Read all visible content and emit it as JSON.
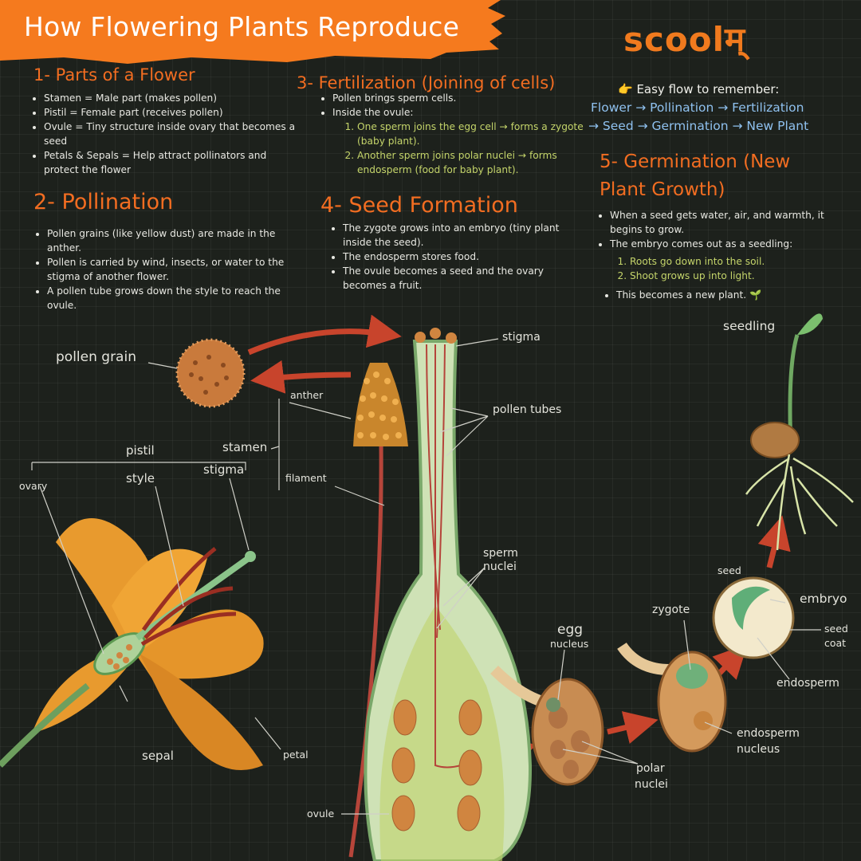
{
  "title": "How Flowering Plants Reproduce",
  "logo": "scoolम्",
  "colors": {
    "accent": "#f26d21",
    "banner": "#f57a1e",
    "flow": "#8fc1ef",
    "substep": "#c4d46a",
    "background": "#1d211c"
  },
  "sec1": {
    "heading": "1- Parts of a Flower",
    "items": [
      "Stamen = Male part (makes pollen)",
      "Pistil = Female part (receives pollen)",
      "Ovule = Tiny structure inside ovary that becomes a seed",
      "Petals & Sepals = Help attract pollinators and protect the flower"
    ]
  },
  "sec2": {
    "heading": "2- Pollination",
    "items": [
      "Pollen grains (like yellow dust) are made in the anther.",
      "Pollen is carried by wind, insects, or water to the stigma of another flower.",
      "A pollen tube grows down the style to reach the ovule."
    ]
  },
  "sec3": {
    "heading": "3- Fertilization (Joining of cells)",
    "items": [
      "Pollen brings sperm cells.",
      "Inside the ovule:"
    ],
    "sub": [
      "One sperm joins the egg cell → forms a zygote (baby plant).",
      "Another sperm joins polar nuclei → forms endosperm (food for baby plant)."
    ]
  },
  "sec4": {
    "heading": "4- Seed Formation",
    "items": [
      "The zygote grows into an embryo (tiny plant inside the seed).",
      "The endosperm stores food.",
      "The ovule becomes a seed and the ovary becomes a fruit."
    ]
  },
  "flow": {
    "title": "👉 Easy flow to remember:",
    "line1": "Flower → Pollination → Fertilization",
    "line2": "→ Seed → Germination → New Plant"
  },
  "sec5": {
    "heading_line1": "5- Germination (New",
    "heading_line2": "Plant Growth)",
    "items": [
      "When a seed gets water, air, and warmth, it begins to grow.",
      "The embryo comes out as a seedling:"
    ],
    "sub": [
      "Roots go down into the soil.",
      "Shoot grows up into light."
    ],
    "last": "This becomes a new plant. 🌱"
  },
  "labels": {
    "pollen_grain": "pollen grain",
    "anther": "anther",
    "stamen": "stamen",
    "filament": "filament",
    "pistil": "pistil",
    "ovary": "ovary",
    "style": "style",
    "stigma_flower": "stigma",
    "stigma_pistil": "stigma",
    "pollen_tubes": "pollen tubes",
    "sperm": "sperm",
    "nuclei": "nuclei",
    "sepal": "sepal",
    "petal": "petal",
    "ovule": "ovule",
    "egg": "egg",
    "nucleus": "nucleus",
    "polar": "polar",
    "polar_nuclei": "nuclei",
    "zygote": "zygote",
    "endosperm_nucleus_1": "endosperm",
    "endosperm_nucleus_2": "nucleus",
    "seed": "seed",
    "embryo": "embryo",
    "seed_coat_1": "seed",
    "seed_coat_2": "coat",
    "endosperm": "endosperm",
    "seedling": "seedling"
  }
}
